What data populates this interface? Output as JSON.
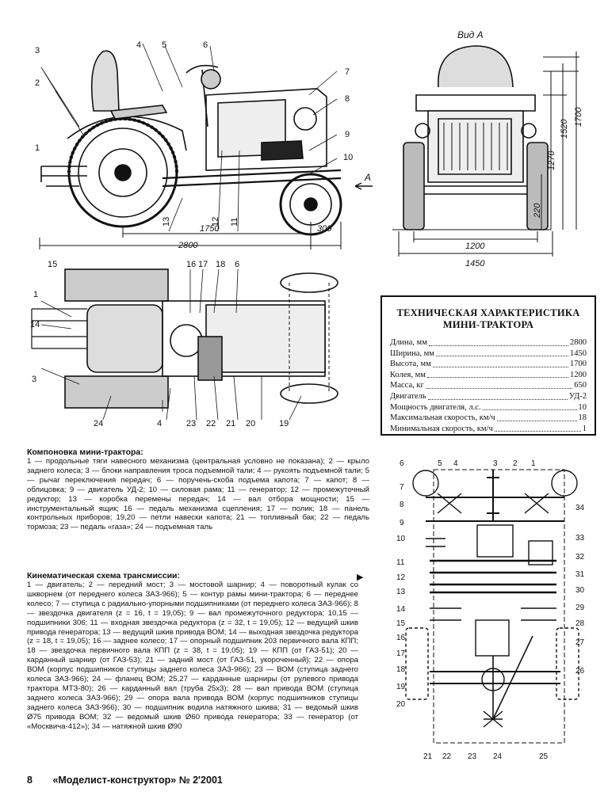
{
  "side_view": {
    "callouts": [
      "1",
      "2",
      "3",
      "4",
      "5",
      "6",
      "7",
      "8",
      "9",
      "10",
      "11",
      "12",
      "13"
    ],
    "dimensions": {
      "wheelbase": "1750",
      "length": "2800",
      "front_overhang": "300"
    },
    "view_arrow": "A"
  },
  "front_view": {
    "title": "Вид A",
    "dimensions": {
      "height_1700": "1700",
      "height_1520": "1520",
      "height_1270": "1270",
      "clearance": "220",
      "track": "1200",
      "width": "1450"
    }
  },
  "top_view": {
    "callouts": [
      "1",
      "3",
      "4",
      "6",
      "14",
      "15",
      "16",
      "17",
      "18",
      "19",
      "20",
      "21",
      "22",
      "23",
      "24"
    ]
  },
  "specs": {
    "title_line1": "ТЕХНИЧЕСКАЯ ХАРАКТЕРИСТИКА",
    "title_line2": "МИНИ-ТРАКТОРА",
    "rows": [
      {
        "label": "Длина, мм",
        "value": "2800"
      },
      {
        "label": "Ширина, мм",
        "value": "1450"
      },
      {
        "label": "Высота, мм",
        "value": "1700"
      },
      {
        "label": "Колея, мм",
        "value": "1200"
      },
      {
        "label": "Масса, кг",
        "value": "650"
      },
      {
        "label": "Двигатель",
        "value": "УД-2"
      },
      {
        "label": "Мощность двигателя, л.с.",
        "value": "10"
      },
      {
        "label": "Максимальная скорость, км/ч",
        "value": "18"
      },
      {
        "label": "Минимальная скорость, км/ч",
        "value": "1"
      }
    ]
  },
  "layout_caption": {
    "heading": "Компоновка мини-трактора:",
    "body": "1 — продольные тяги навесного механизма (центральная условно не показана); 2 — крыло заднего колеса; 3 — блоки направления троса подъемной тали; 4 — рукоять подъемной тали; 5 — рычаг переключения передач; 6 — поручень-скоба подъема капота; 7 — капот; 8 — облицовка; 9 — двигатель УД-2; 10 — силовая рама; 11 — генератор; 12 — промежуточный редуктор; 13 — коробка перемены передач; 14 — вал отбора мощности; 15 — инструментальный ящик; 16 — педаль механизма сцепления; 17 — полик; 18 — панель контрольных приборов; 19,20 — петли навески капота; 21 — топливный бак; 22 — педаль тормоза; 23 — педаль «газа»; 24 — подъемная таль"
  },
  "kinematic_caption": {
    "heading": "Кинематическая схема трансмиссии:",
    "arrow": "▶",
    "body": "1 — двигатель; 2 — передний мост; 3 — мостовой шарнир; 4 — поворотный кулак со шкворнем (от переднего колеса ЗАЗ-966); 5 — контур рамы мини-трактора; 6 — переднее колесо; 7 — ступица с радиально-упорными подшипниками (от переднего колеса ЗАЗ-966); 8 — звездочка двигателя (z = 16, t = 19,05); 9 — вал промежуточного редуктора; 10,15 — подшипники 306; 11 — входная звездочка редуктора (z = 32, t = 19,05); 12 — ведущий шкив привода генератора; 13 — ведущий шкив привода ВОМ; 14 — выходная звездочка редуктора (z = 18, t = 19,05); 16 — заднее колесо; 17 — опорный подшипник 203 первичного вала КПП; 18 — звездочка первичного вала КПП (z = 38, t = 19,05); 19 — КПП (от ГАЗ-51); 20 — карданный шарнир (от ГАЗ-53); 21 — задний мост (от ГАЗ-51, укороченный); 22 — опора ВОМ (корпус подшипников ступицы заднего колеса ЗАЗ-966); 23 — ВОМ (ступица заднего колеса ЗАЗ-966); 24 — фланец ВОМ; 25,27 — карданные шарниры (от рулевого привода трактора МТЗ-80); 26 — карданный вал (труба 25x3); 28 — вал привода ВОМ (ступица заднего колеса ЗАЗ-966); 29 — опора вала привода ВОМ (корпус подшипников ступицы заднего колеса ЗАЗ-966); 30 — подшипник водила натяжного шкива; 31 — ведомый шкив Ø75 привода ВОМ; 32 — ведомый шкив Ø60 привода генератора; 33 — генератор (от «Москвича-412»); 34 — натяжной шкив Ø90"
  },
  "kinematic_scheme": {
    "callouts": [
      "1",
      "2",
      "3",
      "4",
      "5",
      "6",
      "7",
      "8",
      "9",
      "10",
      "11",
      "12",
      "13",
      "14",
      "15",
      "16",
      "17",
      "18",
      "19",
      "20",
      "21",
      "22",
      "23",
      "24",
      "25",
      "26",
      "27",
      "28",
      "29",
      "30",
      "31",
      "32",
      "33",
      "34"
    ]
  },
  "footer": {
    "page_number": "8",
    "magazine": "«Моделист-конструктор» № 2'2001"
  }
}
